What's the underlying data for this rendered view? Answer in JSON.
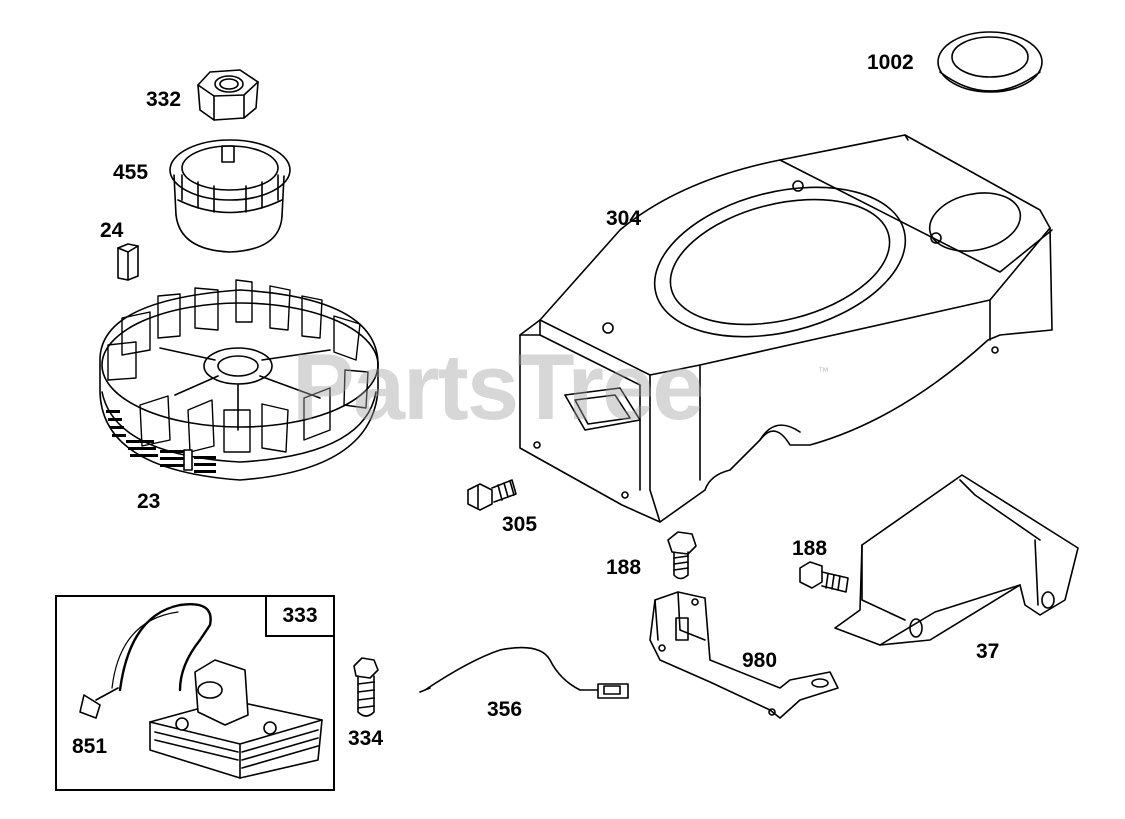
{
  "watermark": {
    "text": "PartsTree",
    "trademark": "™"
  },
  "callouts": {
    "nut": "332",
    "cup": "455",
    "key": "24",
    "flywheel": "23",
    "shroud": "304",
    "grommet": "1002",
    "shroud_screw": "305",
    "bracket_screw": "188",
    "bracket_screw_right": "188",
    "bracket": "980",
    "guard": "37",
    "ground_wire": "356",
    "armature_screw": "334",
    "kit": "333",
    "spark_plug_boot": "851"
  },
  "colors": {
    "line": "#000000",
    "background": "#ffffff",
    "watermark": "#a0a0a0"
  }
}
